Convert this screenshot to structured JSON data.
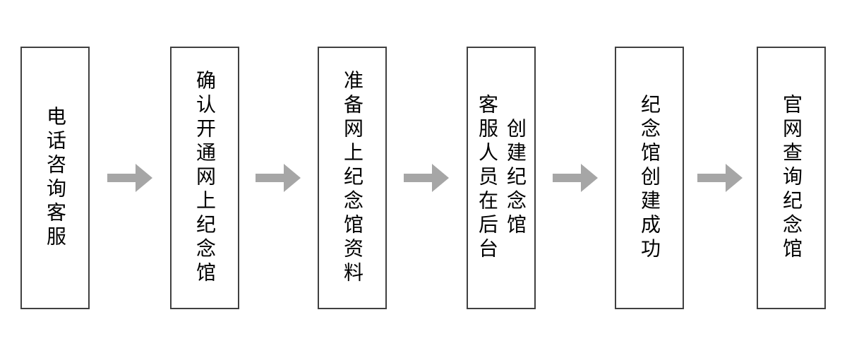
{
  "colors": {
    "background": "#ffffff",
    "box_border": "#404040",
    "text": "#000000",
    "arrow": "#a6a6a6"
  },
  "flow": {
    "direction": "left-to-right",
    "connector_icon": "arrow-right",
    "steps": [
      {
        "id": 1,
        "lines": [
          "电话咨询客服"
        ]
      },
      {
        "id": 2,
        "lines": [
          "确认开通网上纪念馆"
        ]
      },
      {
        "id": 3,
        "lines": [
          "准备网上纪念馆资料"
        ]
      },
      {
        "id": 4,
        "lines": [
          "客服人员在后台",
          "创建纪念馆"
        ]
      },
      {
        "id": 5,
        "lines": [
          "纪念馆创建成功"
        ]
      },
      {
        "id": 6,
        "lines": [
          "官网查询纪念馆"
        ]
      }
    ]
  }
}
